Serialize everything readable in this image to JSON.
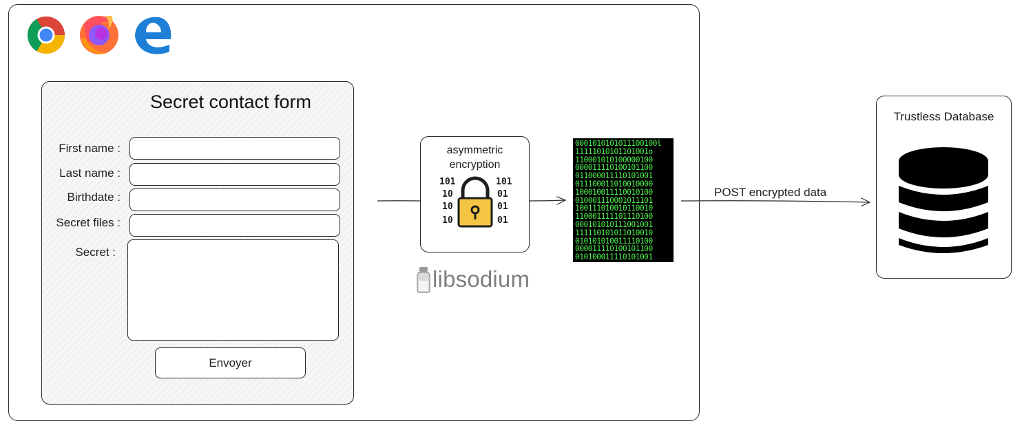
{
  "browsers": [
    {
      "name": "chrome-icon"
    },
    {
      "name": "firefox-icon"
    },
    {
      "name": "edge-icon"
    }
  ],
  "form": {
    "title": "Secret contact form",
    "fields": [
      {
        "label": "First name :",
        "value": ""
      },
      {
        "label": "Last name :",
        "value": ""
      },
      {
        "label": "Birthdate :",
        "value": ""
      },
      {
        "label": "Secret files :",
        "value": ""
      },
      {
        "label": "Secret :",
        "value": ""
      }
    ],
    "submit_label": "Envoyer"
  },
  "encryption": {
    "line1": "asymmetric",
    "line2": "encryption",
    "lock_digits_left": [
      "101",
      "10",
      "10",
      "10"
    ],
    "lock_digits_right": [
      "101",
      "01",
      "01",
      "01"
    ],
    "library": "libsodium"
  },
  "ciphertext": {
    "rows": [
      "0001010101011100100l",
      "11111010101101001o",
      "110001010100000100",
      "000011110100101100",
      "011000011110101001",
      "011100011010010000",
      "100010011110010100",
      "010001110001011101",
      "100111010010110010",
      "110001111101110100",
      "000101010111001001",
      "111110101011010010",
      "010101010011110100",
      "000011110100101100",
      "010100011110101001"
    ]
  },
  "transfer": {
    "label": "POST encrypted data"
  },
  "database": {
    "title": "Trustless Database"
  },
  "colors": {
    "lock_body": "#f4c542",
    "binary_text": "#4cf04c",
    "libsodium_text": "#7f7f7f",
    "stroke": "#2a2a2a"
  }
}
